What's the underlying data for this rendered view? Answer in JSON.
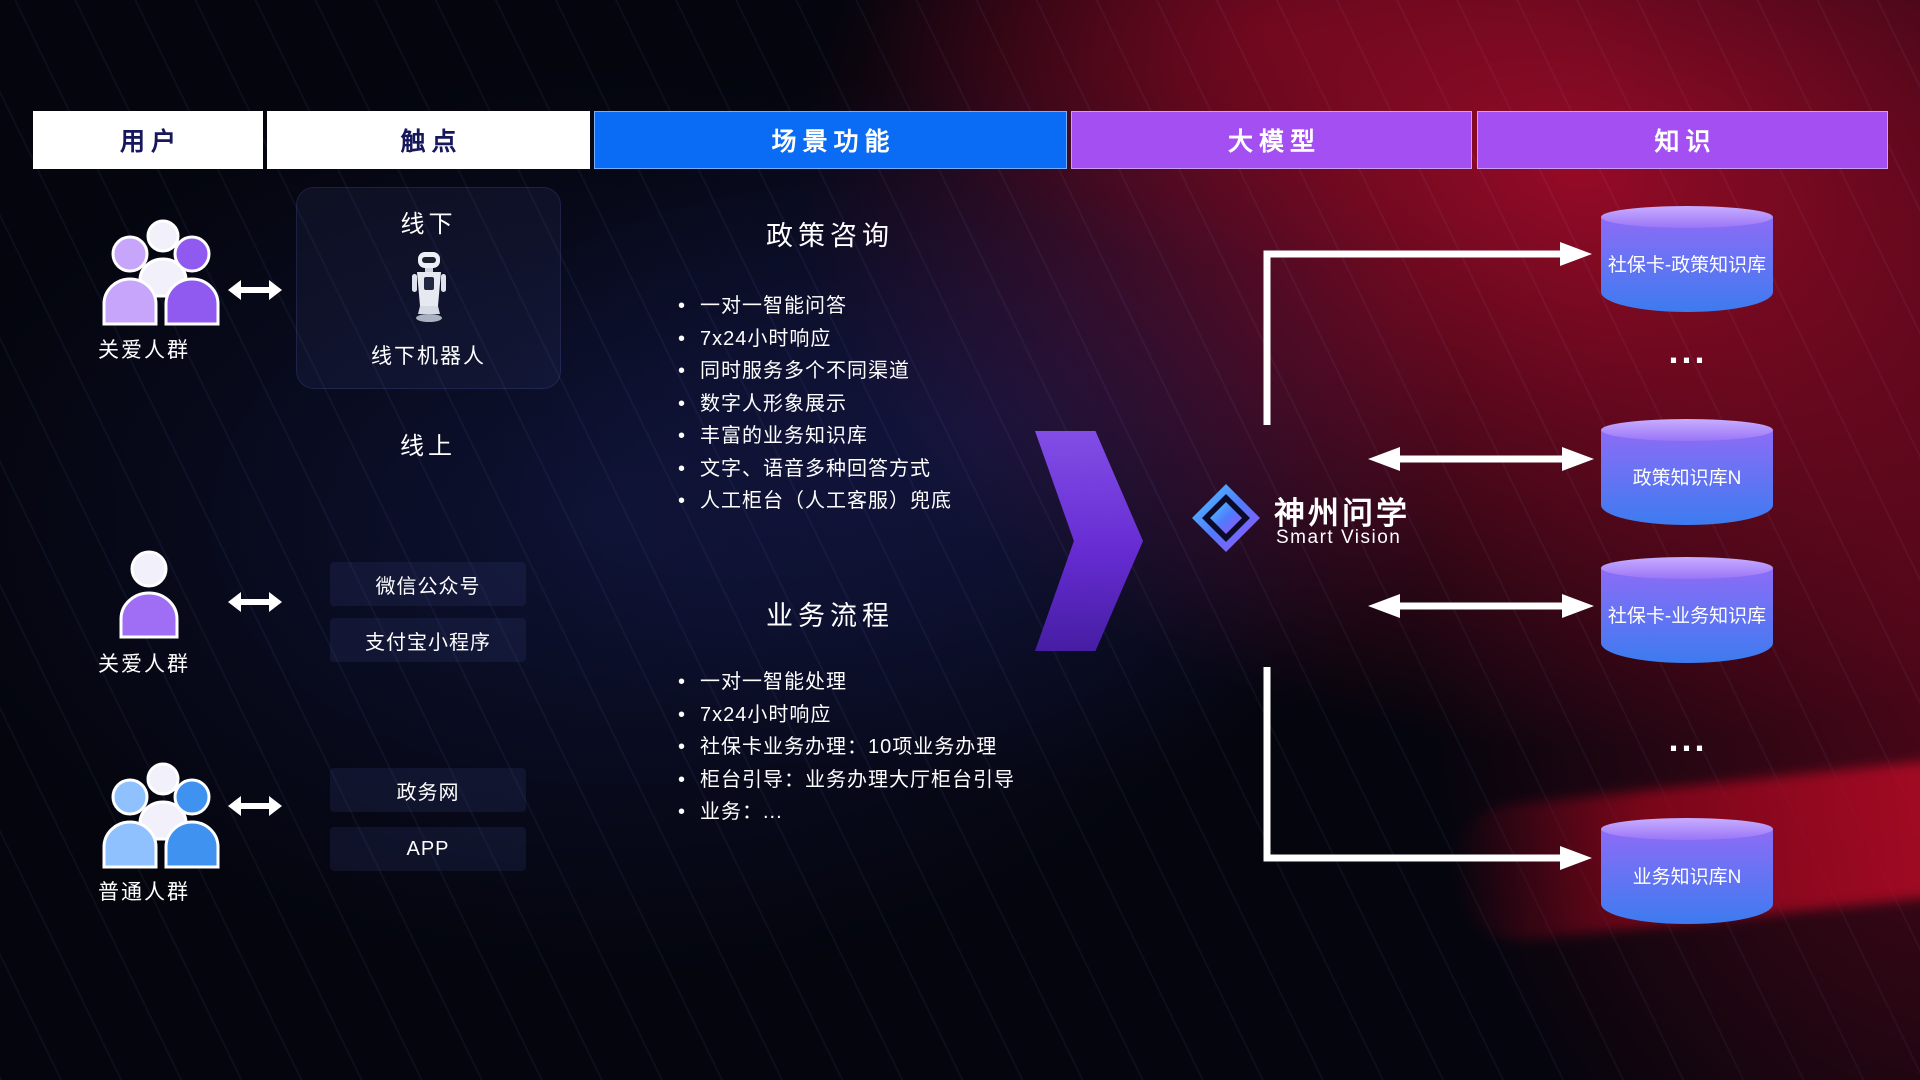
{
  "header": {
    "tabs": [
      {
        "label": "用户"
      },
      {
        "label": "触点"
      },
      {
        "label": "场景功能"
      },
      {
        "label": "大模型"
      },
      {
        "label": "知识"
      }
    ]
  },
  "users": {
    "groups": [
      {
        "label": "关爱人群",
        "icon": "group-people-purple"
      },
      {
        "label": "关爱人群",
        "icon": "person-purple"
      },
      {
        "label": "普通人群",
        "icon": "group-people-blue"
      }
    ]
  },
  "touchpoints": {
    "offline_title": "线下",
    "robot_label": "线下机器人",
    "online_title": "线上",
    "channels": [
      "微信公众号",
      "支付宝小程序",
      "政务网",
      "APP"
    ]
  },
  "scenarios": {
    "policy": {
      "title": "政策咨询",
      "items": [
        "一对一智能问答",
        "7x24小时响应",
        "同时服务多个不同渠道",
        "数字人形象展示",
        "丰富的业务知识库",
        "文字、语音多种回答方式",
        "人工柜台（人工客服）兜底"
      ]
    },
    "business": {
      "title": "业务流程",
      "items": [
        "一对一智能处理",
        "7x24小时响应",
        "社保卡业务办理：10项业务办理",
        "柜台引导：业务办理大厅柜台引导",
        "业务：..."
      ]
    }
  },
  "model": {
    "name": "神州问学",
    "subtitle": "Smart Vision"
  },
  "knowledge": {
    "databases": [
      "社保卡-政策知识库",
      "政策知识库N",
      "社保卡-业务知识库",
      "业务知识库N"
    ],
    "ellipsis": "..."
  },
  "colors": {
    "tab_blue": "#0a6cf5",
    "tab_purple": "#a44ff2",
    "flow_arrow_purple": "#6d2ee0",
    "db_top": "#c8adff",
    "db_body_start": "#8d6cf6",
    "db_body_end": "#3d7bf0",
    "bg_red_glow": "#b90c2d",
    "bg_navy": "#04050d"
  }
}
